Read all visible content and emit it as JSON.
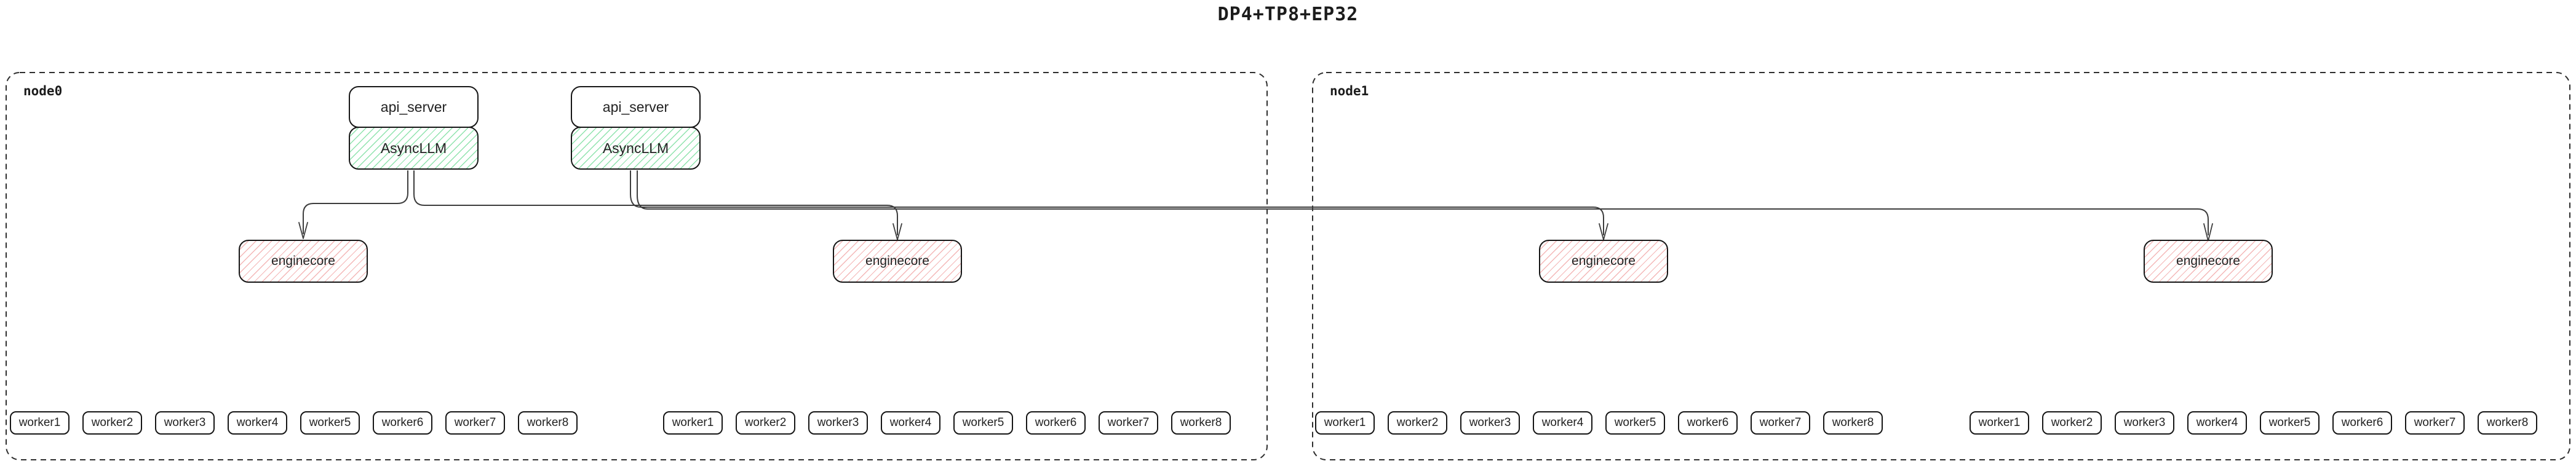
{
  "title": "DP4+TP8+EP32",
  "colors": {
    "background": "#ffffff",
    "box_border": "#161616",
    "node_border": "#2e2e2e",
    "edge": "#3d3d3d",
    "asyncllm_hatch": "#8fe3ad",
    "enginecore_hatch": "#f4b7b7",
    "text": "#222222"
  },
  "nodes": [
    {
      "label": "node0",
      "stacks": [
        {
          "api_server": "api_server",
          "asyncllm": "AsyncLLM"
        },
        {
          "api_server": "api_server",
          "asyncllm": "AsyncLLM"
        }
      ],
      "enginecores": [
        "enginecore",
        "enginecore"
      ],
      "worker_groups": [
        [
          "worker1",
          "worker2",
          "worker3",
          "worker4",
          "worker5",
          "worker6",
          "worker7",
          "worker8"
        ],
        [
          "worker1",
          "worker2",
          "worker3",
          "worker4",
          "worker5",
          "worker6",
          "worker7",
          "worker8"
        ]
      ]
    },
    {
      "label": "node1",
      "stacks": [],
      "enginecores": [
        "enginecore",
        "enginecore"
      ],
      "worker_groups": [
        [
          "worker1",
          "worker2",
          "worker3",
          "worker4",
          "worker5",
          "worker6",
          "worker7",
          "worker8"
        ],
        [
          "worker1",
          "worker2",
          "worker3",
          "worker4",
          "worker5",
          "worker6",
          "worker7",
          "worker8"
        ]
      ]
    }
  ]
}
